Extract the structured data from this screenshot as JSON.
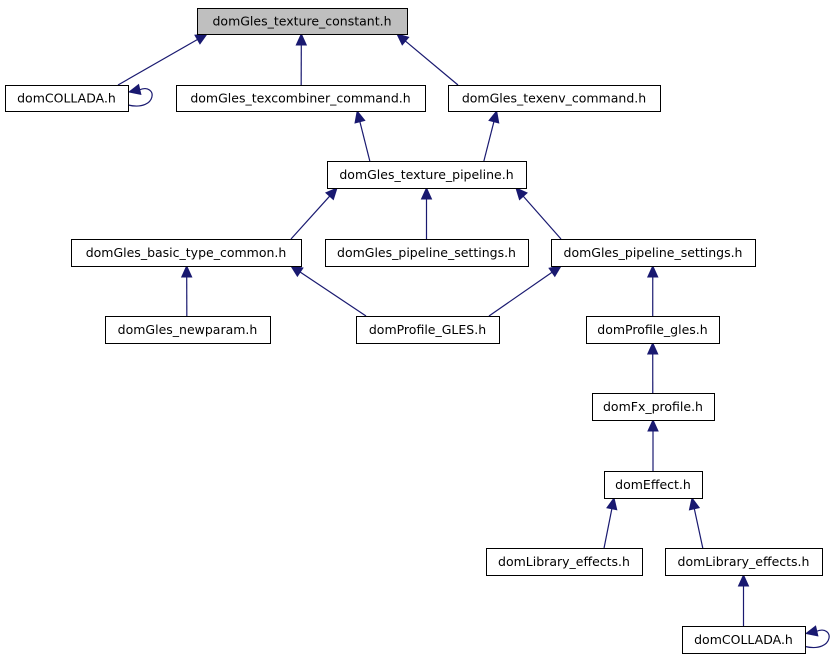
{
  "graph": {
    "colors": {
      "edge": "#191970",
      "root_fill": "#bfbfbf",
      "node_fill": "#ffffff",
      "border": "#000000"
    },
    "nodes": [
      {
        "id": "n0",
        "label": "domGles_texture_constant.h",
        "root": true
      },
      {
        "id": "n1",
        "label": "domCOLLADA.h"
      },
      {
        "id": "n2",
        "label": "domGles_texcombiner_command.h"
      },
      {
        "id": "n3",
        "label": "domGles_texenv_command.h"
      },
      {
        "id": "n4",
        "label": "domGles_texture_pipeline.h"
      },
      {
        "id": "n5",
        "label": "domGles_basic_type_common.h"
      },
      {
        "id": "n6",
        "label": "domGles_pipeline_settings.h"
      },
      {
        "id": "n7",
        "label": "domGles_pipeline_settings.h"
      },
      {
        "id": "n8",
        "label": "domGles_newparam.h"
      },
      {
        "id": "n9",
        "label": "domProfile_GLES.h"
      },
      {
        "id": "n10",
        "label": "domProfile_gles.h"
      },
      {
        "id": "n11",
        "label": "domFx_profile.h"
      },
      {
        "id": "n12",
        "label": "domEffect.h"
      },
      {
        "id": "n13",
        "label": "domLibrary_effects.h"
      },
      {
        "id": "n14",
        "label": "domLibrary_effects.h"
      },
      {
        "id": "n15",
        "label": "domCOLLADA.h"
      }
    ],
    "edges": [
      {
        "from": "n1",
        "to": "n0"
      },
      {
        "from": "n1",
        "to": "n1"
      },
      {
        "from": "n2",
        "to": "n0"
      },
      {
        "from": "n3",
        "to": "n0"
      },
      {
        "from": "n4",
        "to": "n2"
      },
      {
        "from": "n4",
        "to": "n3"
      },
      {
        "from": "n5",
        "to": "n4"
      },
      {
        "from": "n6",
        "to": "n4"
      },
      {
        "from": "n7",
        "to": "n4"
      },
      {
        "from": "n8",
        "to": "n5"
      },
      {
        "from": "n9",
        "to": "n5"
      },
      {
        "from": "n9",
        "to": "n7"
      },
      {
        "from": "n10",
        "to": "n7"
      },
      {
        "from": "n11",
        "to": "n10"
      },
      {
        "from": "n12",
        "to": "n11"
      },
      {
        "from": "n13",
        "to": "n12"
      },
      {
        "from": "n14",
        "to": "n12"
      },
      {
        "from": "n15",
        "to": "n14"
      },
      {
        "from": "n15",
        "to": "n15"
      }
    ]
  }
}
